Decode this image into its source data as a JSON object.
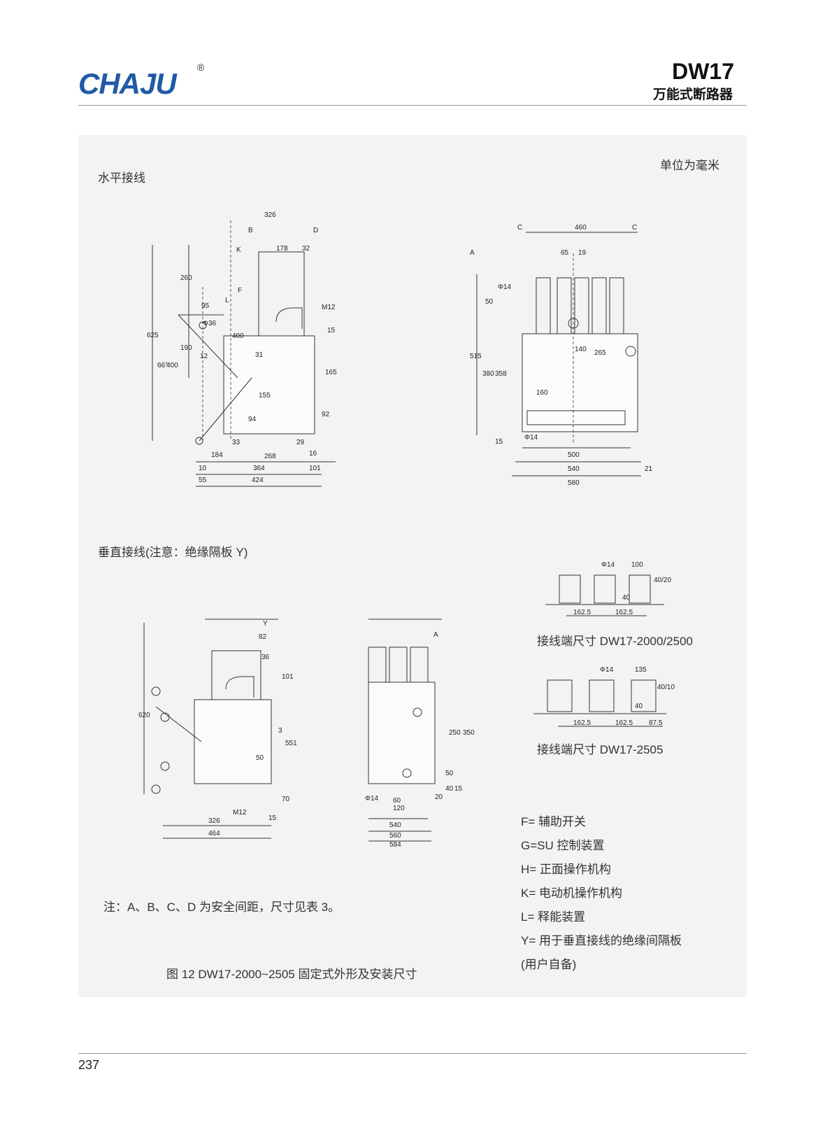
{
  "header": {
    "brand": "CHAJU",
    "registered": "®",
    "model": "DW17",
    "product_name": "万能式断路器"
  },
  "sections": {
    "horizontal_title": "水平接线",
    "unit_note": "单位为毫米",
    "vertical_title": "垂直接线(注意：绝缘隔板 Y)",
    "terminal_2000": "接线端尺寸 DW17-2000/2500",
    "terminal_2505": "接线端尺寸 DW17-2505",
    "note": "注：A、B、C、D 为安全间距，尺寸见表 3。",
    "caption": "图 12  DW17-2000~2505 固定式外形及安装尺寸"
  },
  "legend": [
    "F= 辅助开关",
    "G=SU 控制装置",
    "H= 正面操作机构",
    "K= 电动机操作机构",
    "L= 释能装置",
    "Y= 用于垂直接线的绝缘间隔板",
    "(用户自备)"
  ],
  "dims": {
    "side": [
      "326",
      "B",
      "D",
      "K",
      "178",
      "32",
      "260",
      "F",
      "L",
      "95",
      "M12",
      "Φ36",
      "625",
      "400",
      "15",
      "190",
      "12",
      "31",
      "66°",
      "400",
      "165",
      "155",
      "92",
      "94",
      "33",
      "29",
      "184",
      "268",
      "16",
      "10",
      "364",
      "101",
      "55",
      "424"
    ],
    "front": [
      "C",
      "460",
      "C",
      "A",
      "65",
      "19",
      "Φ14",
      "50",
      "140",
      "265",
      "515",
      "380",
      "358",
      "160",
      "Φ14",
      "15",
      "500",
      "540",
      "21",
      "580"
    ],
    "t2000": [
      "Φ14",
      "100",
      "40/20",
      "40",
      "162.5",
      "162.5"
    ],
    "t2505": [
      "Φ14",
      "135",
      "40/10",
      "40",
      "162.5",
      "162.5",
      "87.5"
    ],
    "vside": [
      "Y",
      "82",
      "36",
      "101",
      "620",
      "3",
      "551",
      "50",
      "70",
      "M12",
      "15",
      "326",
      "464"
    ],
    "vfront": [
      "A",
      "250",
      "350",
      "50",
      "40",
      "20",
      "15",
      "Φ14",
      "60",
      "120",
      "540",
      "560",
      "584"
    ]
  },
  "footer": {
    "page_number": "237"
  }
}
